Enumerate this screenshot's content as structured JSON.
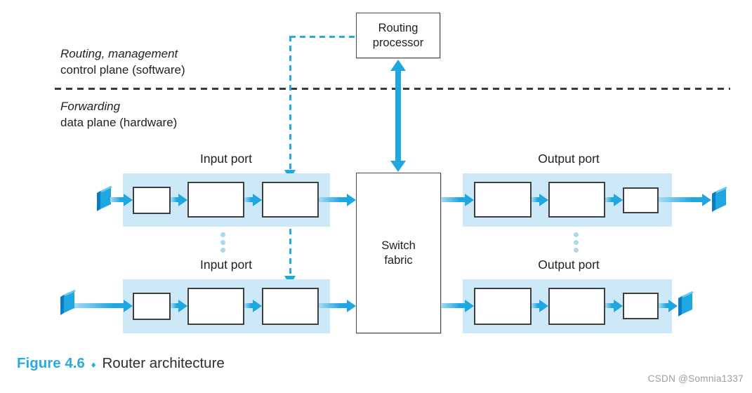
{
  "colors": {
    "accent_blue": "#1ea7e1",
    "dashed_blue": "#29abe2",
    "band_blue": "#cde9f8",
    "dark_text": "#231f20",
    "caption_blue": "#29abe2",
    "watermark_gray": "#9e9e9e"
  },
  "planes": {
    "control": {
      "line1": "Routing, management",
      "line2": "control plane (software)"
    },
    "data": {
      "line1": "Forwarding",
      "line2": "data plane (hardware)"
    }
  },
  "nodes": {
    "routing_processor": {
      "line1": "Routing",
      "line2": "processor"
    },
    "switch_fabric": {
      "line1": "Switch",
      "line2": "fabric"
    }
  },
  "ports": {
    "input_top_label": "Input port",
    "input_bottom_label": "Input port",
    "output_top_label": "Output port",
    "output_bottom_label": "Output port"
  },
  "caption": {
    "figure_label": "Figure 4.6",
    "separator": "♦",
    "title": "Router architecture"
  },
  "watermark": "CSDN @Somnia1337"
}
